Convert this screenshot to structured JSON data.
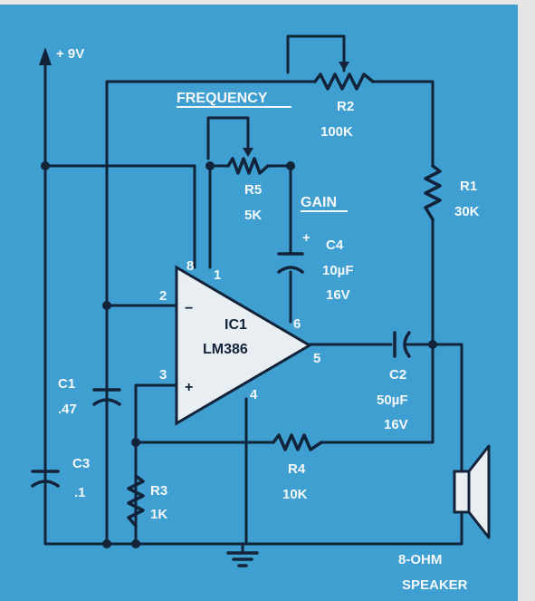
{
  "colors": {
    "board": "#3f9fd0",
    "wire": "#12233a",
    "label": "#f4f8fb",
    "chip_fill": "#e9eef2",
    "frame": "#e6e6e6"
  },
  "supply": {
    "label": "+ 9V",
    "arrow_icon": "arrow-up-icon"
  },
  "labels": {
    "frequency": "FREQUENCY",
    "gain": "GAIN",
    "speaker_line1": "8-OHM",
    "speaker_line2": "SPEAKER"
  },
  "ic": {
    "name": "IC1",
    "part": "LM386",
    "pins": [
      "8",
      "1",
      "2",
      "3",
      "5",
      "4",
      "6"
    ],
    "plus_sign": "+",
    "minus_sign": "−"
  },
  "components": {
    "r2": {
      "name": "R2",
      "value": "100K"
    },
    "r5": {
      "name": "R5",
      "value": "5K"
    },
    "r1": {
      "name": "R1",
      "value": "30K"
    },
    "r4": {
      "name": "R4",
      "value": "10K"
    },
    "r3": {
      "name": "R3",
      "value": "1K"
    },
    "c4": {
      "name": "C4",
      "value": "10µF",
      "voltage": "16V",
      "polarity": "+"
    },
    "c2": {
      "name": "C2",
      "value": "50µF",
      "voltage": "16V"
    },
    "c1": {
      "name": "C1",
      "value": ".47"
    },
    "c3": {
      "name": "C3",
      "value": ".1"
    }
  },
  "icons": [
    "ground-icon",
    "speaker-icon",
    "arrow-up-icon"
  ]
}
